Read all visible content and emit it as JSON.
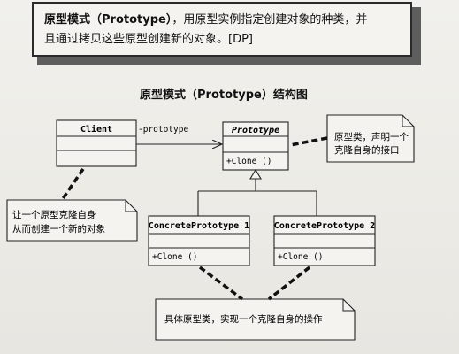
{
  "definition": {
    "line1_strong": "原型模式（Prototype）",
    "line1_rest": "，用原型实例指定创建对象的种类，并",
    "line2": "且通过拷贝这些原型创建新的对象。[DP]"
  },
  "diagram_title": "原型模式（Prototype）结构图",
  "classes": {
    "client": {
      "name": "Client"
    },
    "prototype": {
      "name": "Prototype",
      "operation": "+Clone ()"
    },
    "concrete1": {
      "name": "ConcretePrototype 1",
      "operation": "+Clone ()"
    },
    "concrete2": {
      "name": "ConcretePrototype 2",
      "operation": "+Clone ()"
    }
  },
  "association": {
    "label": "-prototype"
  },
  "notes": {
    "client_note": {
      "line1": "让一个原型克隆自身",
      "line2": "从而创建一个新的对象"
    },
    "prototype_note": {
      "line1": "原型类，声明一个",
      "line2": "克隆自身的接口"
    },
    "concrete_note": {
      "line1": "具体原型类，实现一个克隆自身的操作"
    }
  }
}
